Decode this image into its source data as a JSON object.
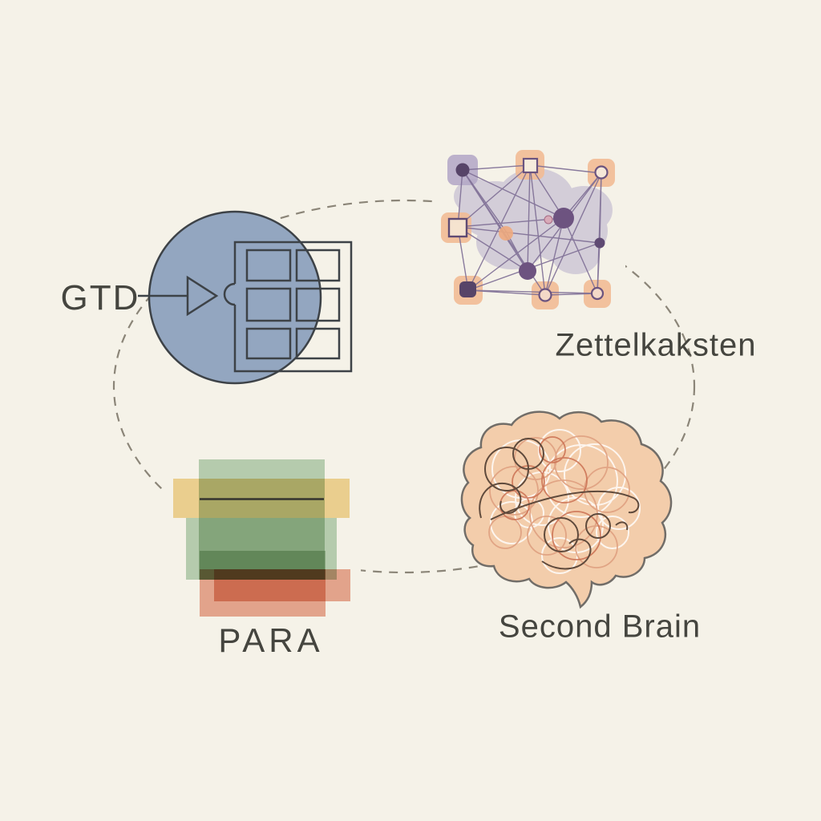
{
  "title": "Knowledge management methods diagram",
  "background_color": "#f5f2e8",
  "connector": {
    "type": "dashed-ellipse",
    "color": "#8b8578"
  },
  "sections": {
    "gtd": {
      "label": "GTD",
      "icon": "funnel-circle-grid-icon"
    },
    "zettelkasten": {
      "label": "Zettelkaksten",
      "icon": "network-graph-icon"
    },
    "para": {
      "label": "PARA",
      "icon": "stacked-layers-icon"
    },
    "second_brain": {
      "label": "Second Brain",
      "icon": "brain-icon"
    }
  },
  "colors": {
    "text": "#45453f",
    "outline_dark": "#3d4247",
    "gtd_blue": "#93a6c0",
    "network_orange": "#f2bb95",
    "network_lavender": "#b1a6c6",
    "network_purple_dark": "#5d4870",
    "network_edge": "#7e6e95",
    "network_cloud": "#b9b0cc",
    "para_yellow": "#e8c87e",
    "para_green": "#a5c19d",
    "para_red": "#dd8f73",
    "brain_fill": "#f3cdab",
    "brain_outline": "#716d68",
    "swirl_white": "#ffffff",
    "swirl_salmon": "#dfa080",
    "swirl_red": "#ca7052",
    "swirl_brown": "#5f4a3c"
  }
}
